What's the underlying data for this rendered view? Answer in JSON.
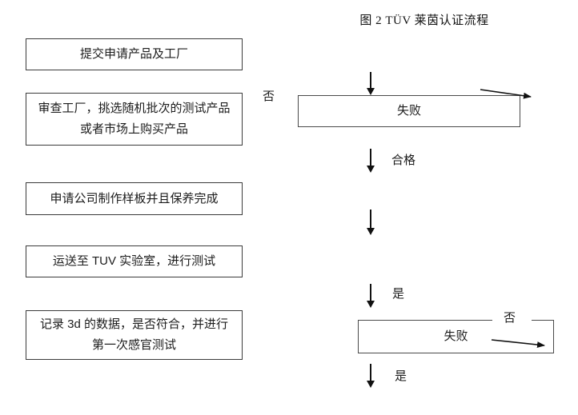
{
  "figure": {
    "title": "图 2 TÜV 莱茵认证流程"
  },
  "process_steps": [
    {
      "id": "box-1",
      "label": "提交申请产品及工厂"
    },
    {
      "id": "box-2",
      "label": "审查工厂，挑选随机批次的测试产品或者市场上购买产品"
    },
    {
      "id": "box-3",
      "label": "申请公司制作样板并且保养完成"
    },
    {
      "id": "box-4",
      "label": "运送至 TUV 实验室，进行测试"
    },
    {
      "id": "box-5",
      "label": "记录 3d 的数据，是否符合，并进行第一次感官测试"
    }
  ],
  "outcome_nodes": [
    {
      "id": "fail-1",
      "label": "失败"
    },
    {
      "id": "fail-2",
      "label": "失败"
    }
  ],
  "branch_labels": {
    "no_1": "否",
    "pass": "合格",
    "yes_1": "是",
    "no_2": "否",
    "yes_2": "是"
  },
  "colors": {
    "box_border": "#3b3b3b",
    "outcome_border": "#4a4a4a",
    "arrow": "#111111",
    "text": "#1c1c1c",
    "background": "#ffffff"
  }
}
